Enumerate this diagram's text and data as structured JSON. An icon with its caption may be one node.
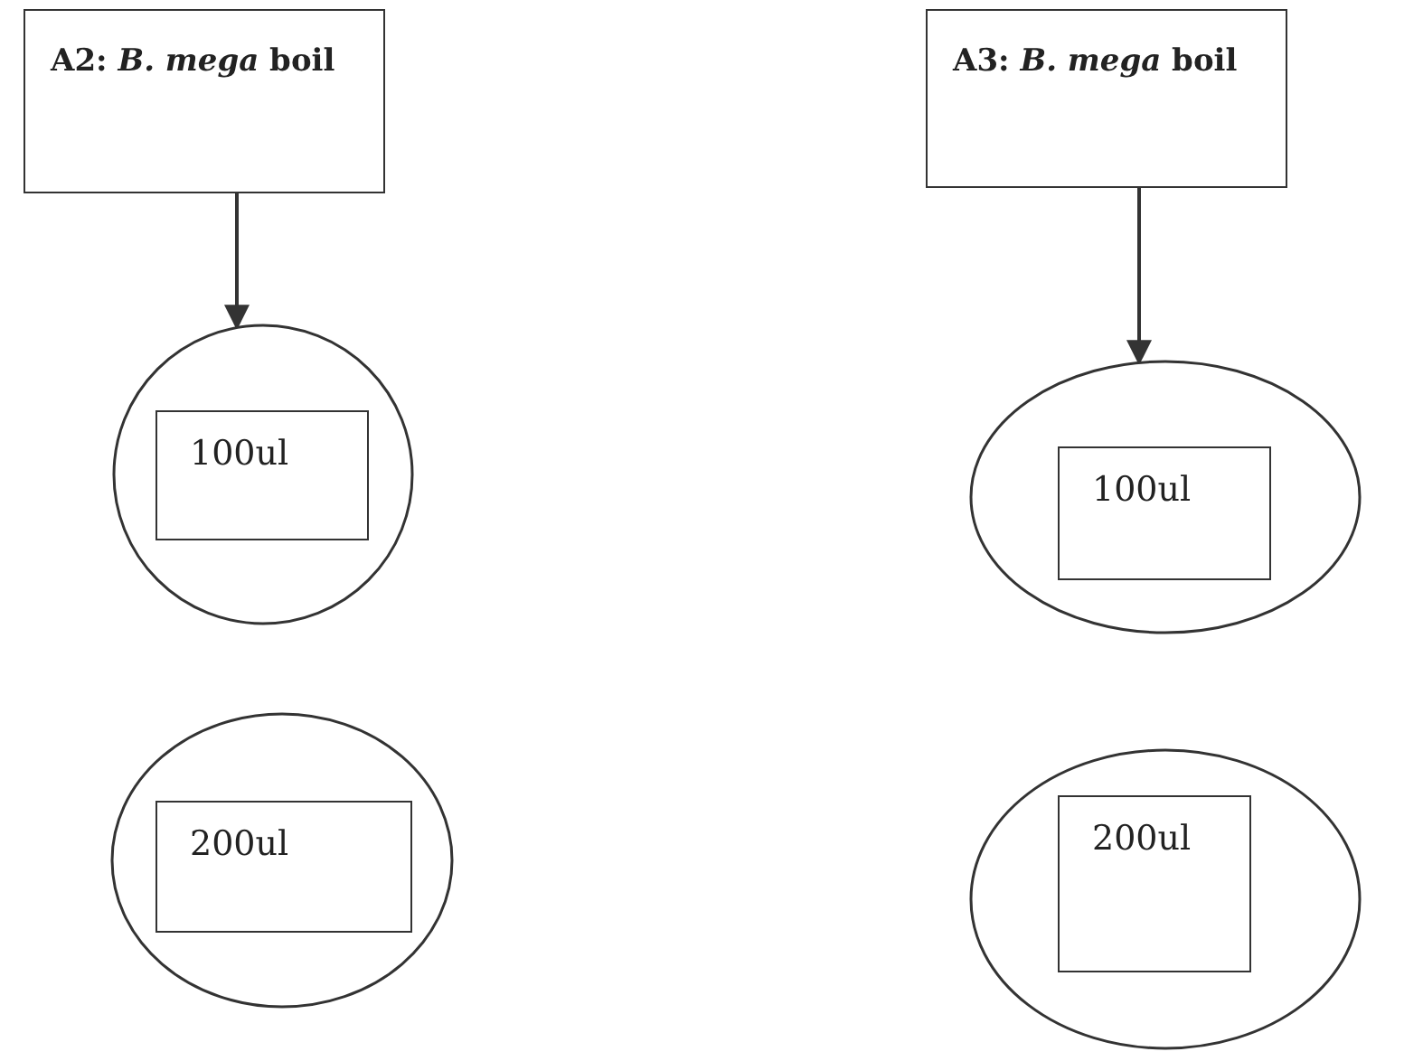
{
  "diagram": {
    "nodes": [
      {
        "text": [
          "A2: *B. mega* boil"
        ]
      },
      {
        "text": [],
        "shape": "circle"
      },
      {
        "text": [
          "100ul"
        ],
        "in": 1
      },
      {
        "text": [],
        "shape": "circle"
      },
      {
        "text": [
          "200ul"
        ],
        "in": 3
      },
      {
        "text": [
          "A3: *B. mega* boil"
        ]
      },
      {
        "text": [],
        "shape": "circle"
      },
      {
        "text": [
          "100ul"
        ],
        "in": 6
      },
      {
        "text": [],
        "shape": "circle"
      },
      {
        "text": [
          "200ul"
        ],
        "in": 8
      }
    ],
    "edges": [
      {
        "from": 0,
        "to": 1,
        "arrow": "to"
      },
      {
        "from": 5,
        "to": 6,
        "arrow": "to"
      }
    ]
  }
}
